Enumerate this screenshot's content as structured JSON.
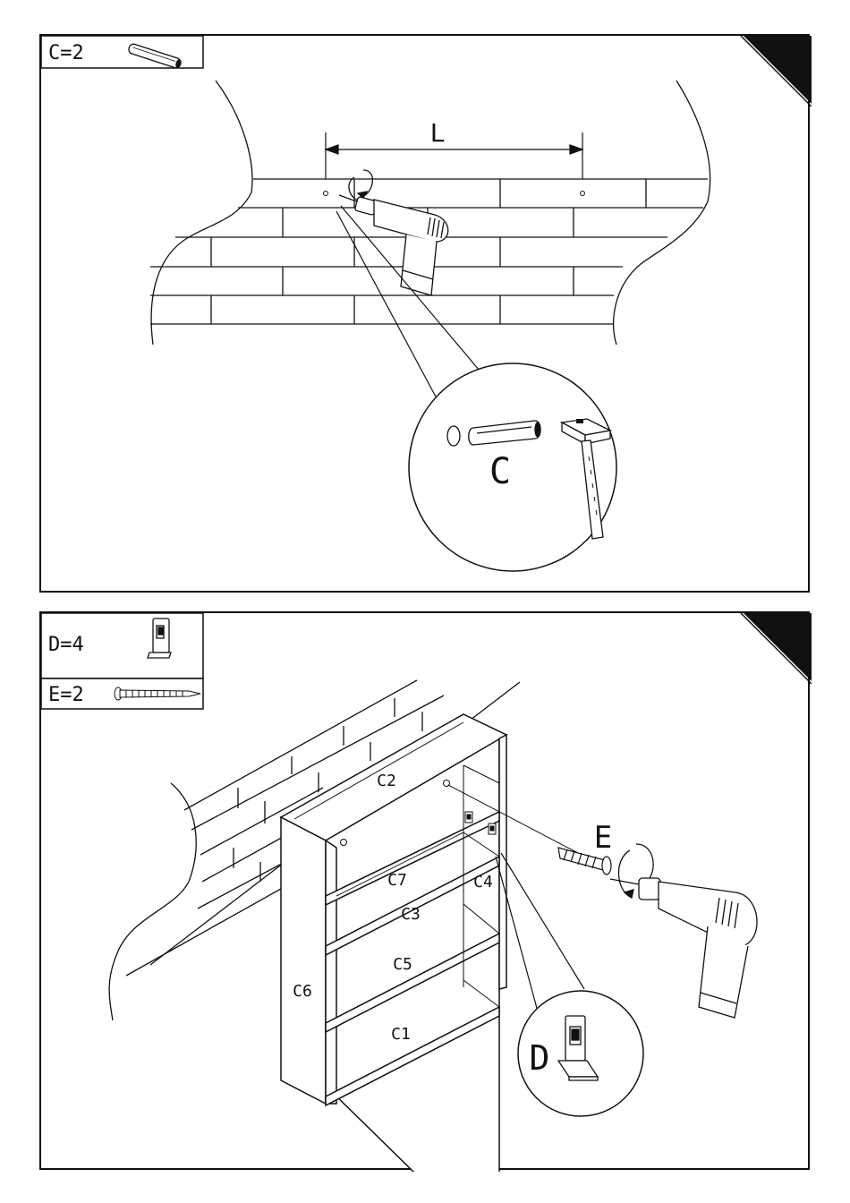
{
  "step1": {
    "parts_box": {
      "label": "C=2",
      "icon": "wall-plug-icon"
    },
    "dimension_label": "L",
    "callout_label": "C",
    "icons": [
      "wall-plug-icon",
      "hammer-icon",
      "drill-icon"
    ]
  },
  "step2": {
    "parts_box": [
      {
        "label": "D=4",
        "icon": "hanging-bracket-icon"
      },
      {
        "label": "E=2",
        "icon": "screw-icon"
      }
    ],
    "screw_label": "E",
    "callout_label": "D",
    "shelf_labels": {
      "top": "C2",
      "shelf_upper": "C7",
      "side_right": "C4",
      "shelf_mid": "C3",
      "shelf_lower": "C5",
      "side_left": "C6",
      "bottom": "C1"
    },
    "icons": [
      "drill-icon",
      "screw-icon",
      "hanging-bracket-icon"
    ]
  }
}
